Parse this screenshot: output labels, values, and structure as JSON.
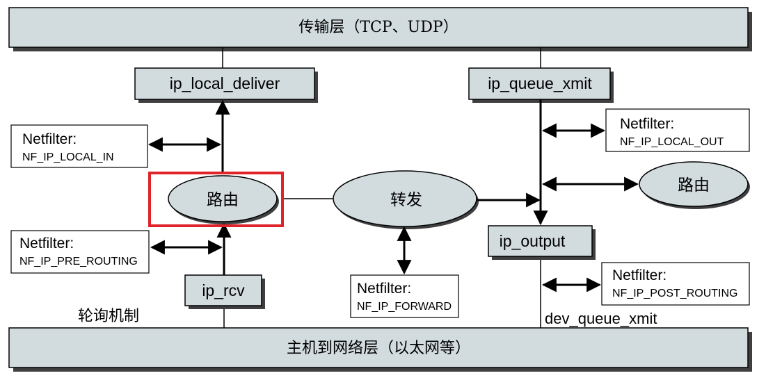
{
  "colors": {
    "box_fill": "#d2dcdf",
    "shadow": "#3f3f3f",
    "stroke": "#000000",
    "highlight": "#e0232b",
    "background": "#ffffff"
  },
  "transport_layer": {
    "label": "传输层（TCP、UDP）"
  },
  "host_to_network_layer": {
    "label": "主机到网络层（以太网等）"
  },
  "nodes": {
    "ip_local_deliver": "ip_local_deliver",
    "ip_queue_xmit": "ip_queue_xmit",
    "ip_rcv": "ip_rcv",
    "ip_output": "ip_output",
    "routing_in": "路由",
    "forward": "转发",
    "routing_out": "路由"
  },
  "netfilters": {
    "local_in": {
      "title": "Netfilter:",
      "hook": "NF_IP_LOCAL_IN"
    },
    "pre_routing": {
      "title": "Netfilter:",
      "hook": "NF_IP_PRE_ROUTING"
    },
    "forward": {
      "title": "Netfilter:",
      "hook": "NF_IP_FORWARD"
    },
    "local_out": {
      "title": "Netfilter:",
      "hook": "NF_IP_LOCAL_OUT"
    },
    "post_routing": {
      "title": "Netfilter:",
      "hook": "NF_IP_POST_ROUTING"
    }
  },
  "labels": {
    "polling": "轮询机制",
    "dev_queue_xmit": "dev_queue_xmit"
  }
}
